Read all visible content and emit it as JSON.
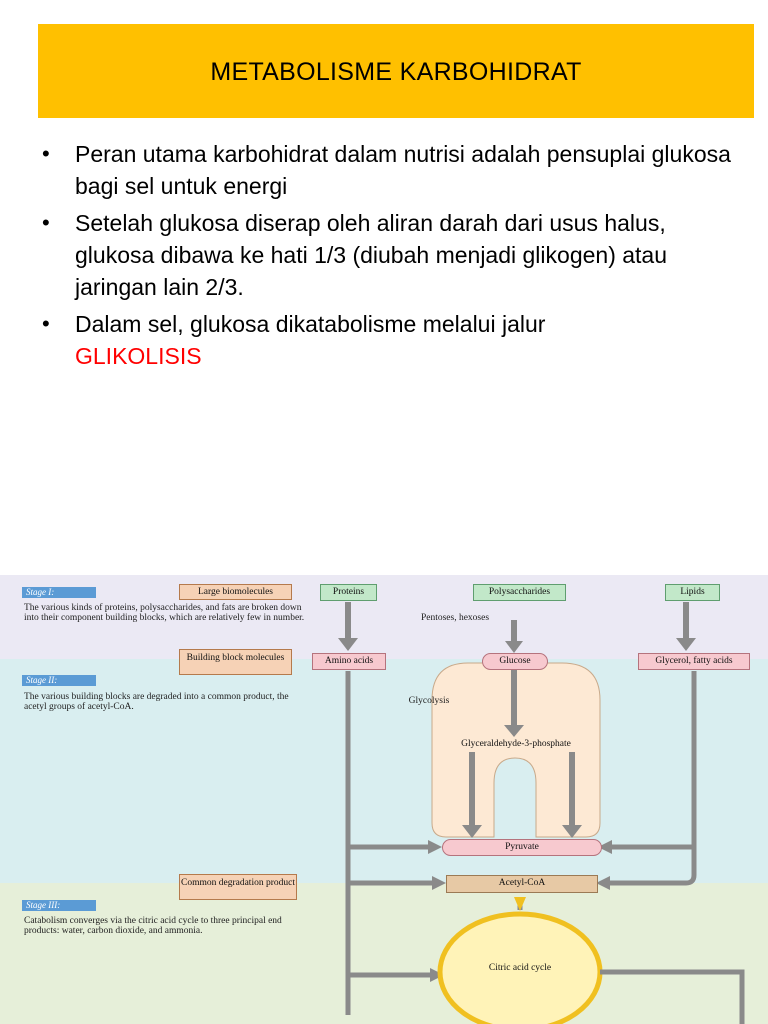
{
  "slide": {
    "title": "METABOLISME KARBOHIDRAT",
    "bullets": [
      {
        "text": "Peran utama karbohidrat dalam nutrisi adalah pensuplai glukosa bagi sel untuk energi"
      },
      {
        "text": "Setelah glukosa diserap oleh aliran darah dari usus halus, glukosa dibawa ke hati 1/3 (diubah menjadi glikogen) atau jaringan lain 2/3."
      },
      {
        "text": "Dalam sel, glukosa dikatabolisme melalui jalur",
        "highlight": "GLIKOLISIS"
      }
    ],
    "bullet_symbol": "•",
    "colors": {
      "title_bg": "#ffc000",
      "highlight": "#ff0000"
    }
  },
  "diagram": {
    "stages": [
      {
        "tag": "Stage I:",
        "desc": "The various kinds of proteins, polysaccharides, and fats are broken down into their component building blocks, which are relatively few in number.",
        "box": "Large biomolecules"
      },
      {
        "tag": "Stage II:",
        "desc": "The various building blocks are degraded into a common product, the acetyl groups of acetyl-CoA.",
        "box": "Building block molecules"
      },
      {
        "tag": "Stage III:",
        "desc": "Catabolism converges via the citric acid cycle to three principal end products: water, carbon dioxide, and ammonia.",
        "box": "Common degradation product"
      }
    ],
    "nodes": {
      "proteins": "Proteins",
      "polysaccharides": "Polysaccharides",
      "lipids": "Lipids",
      "amino_acids": "Amino acids",
      "glucose": "Glucose",
      "glycerol": "Glycerol, fatty acids",
      "g3p": "Glyceraldehyde-3-phosphate",
      "pyruvate": "Pyruvate",
      "acetyl_coa": "Acetyl-CoA",
      "citric_acid_cycle": "Citric acid cycle"
    },
    "labels": {
      "pentoses": "Pentoses, hexoses",
      "glycolysis": "Glycolysis"
    },
    "colors": {
      "band1": "#ebe9f4",
      "band2": "#d9eef0",
      "band3": "#e6efd9",
      "arrow": "#8a8a8a",
      "cycle": "#f0c020",
      "cycle_fill": "#fff3b8"
    }
  }
}
